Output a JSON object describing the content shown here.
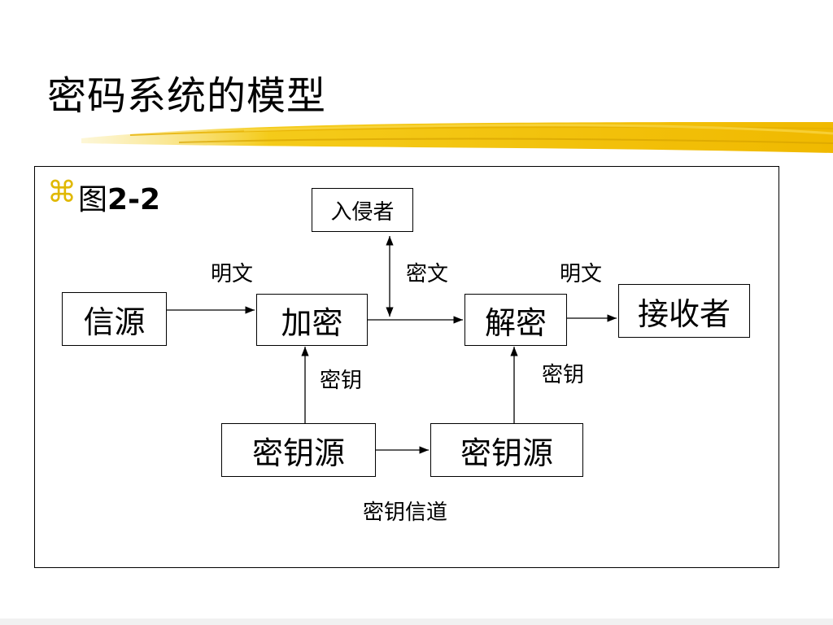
{
  "slide": {
    "title": "密码系统的模型",
    "bullet_symbol": "⌘",
    "figure_prefix": "图",
    "figure_number": "2-2"
  },
  "diagram": {
    "nodes": {
      "intruder": "入侵者",
      "source": "信源",
      "encrypt": "加密",
      "decrypt": "解密",
      "receiver": "接收者",
      "key_source_left": "密钥源",
      "key_source_right": "密钥源"
    },
    "edge_labels": {
      "plaintext_in": "明文",
      "ciphertext": "密文",
      "plaintext_out": "明文",
      "key_left": "密钥",
      "key_right": "密钥",
      "key_channel": "密钥信道"
    }
  },
  "colors": {
    "accent": "#f2c200",
    "bullet": "#e0b800"
  }
}
